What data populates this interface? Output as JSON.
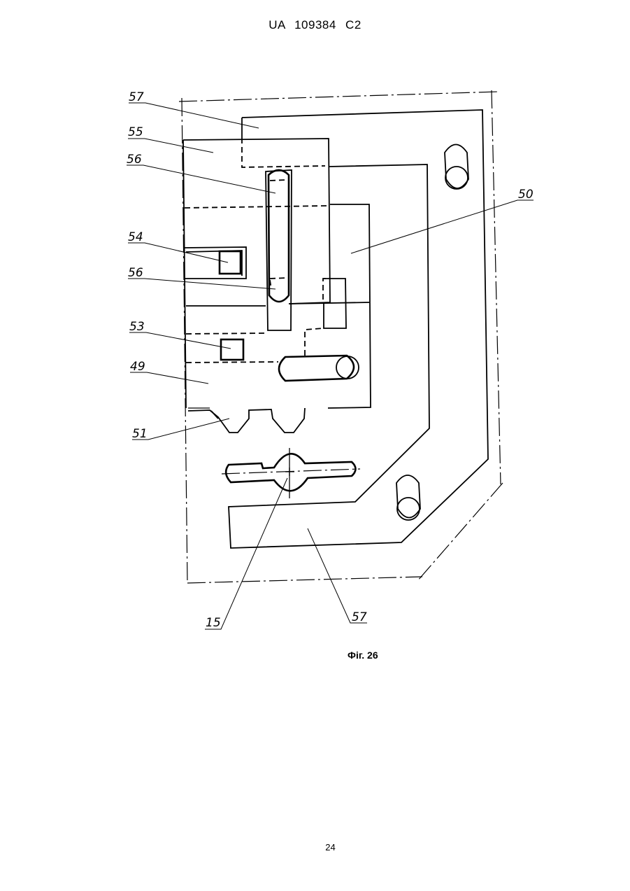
{
  "header": {
    "text": "UA   109384   C2"
  },
  "figure": {
    "caption": "Фіг. 26",
    "labels": {
      "l57a": "57",
      "l55": "55",
      "l56a": "56",
      "l54": "54",
      "l56b": "56",
      "l53": "53",
      "l49": "49",
      "l51": "51",
      "l50": "50",
      "l15": "15",
      "l57b": "57"
    }
  },
  "footer": {
    "page_number": "24"
  }
}
